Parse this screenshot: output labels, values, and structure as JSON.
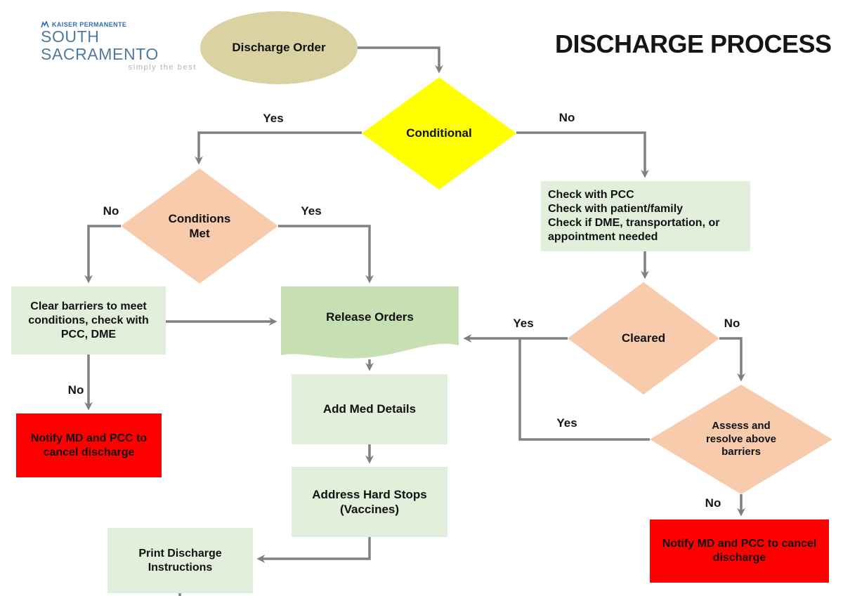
{
  "header": {
    "logo": {
      "brand": "KAISER PERMANENTE",
      "site": "SOUTH SACRAMENTO",
      "tagline": "simply the best",
      "logo_icon": "kaiser-permanente-mark"
    },
    "title": "DISCHARGE PROCESS"
  },
  "colors": {
    "start_ellipse_tan": "#DBD2A4",
    "decision_yellow": "#FFFF00",
    "decision_peach": "#F8CBAD",
    "process_light_green": "#E2EFDA",
    "release_medium_green": "#C6E0B4",
    "alert_red": "#FF0000",
    "connector_gray": "#808080"
  },
  "nodes": {
    "discharge_order": {
      "shape": "ellipse",
      "label": "Discharge Order"
    },
    "conditional": {
      "shape": "diamond",
      "label": "Conditional"
    },
    "conditions_met": {
      "shape": "diamond",
      "label": "Conditions\nMet"
    },
    "check_with_pcc": {
      "shape": "rect",
      "label": "Check with PCC\nCheck with patient/family\nCheck if DME, transportation, or appointment needed"
    },
    "clear_barriers": {
      "shape": "rect",
      "label": "Clear barriers to meet conditions, check with PCC, DME"
    },
    "release_orders": {
      "shape": "document",
      "label": "Release Orders"
    },
    "notify_cancel_left": {
      "shape": "rect",
      "label": "Notify MD and PCC to cancel discharge"
    },
    "add_med_details": {
      "shape": "rect",
      "label": "Add Med Details"
    },
    "address_hard_stops": {
      "shape": "rect",
      "label": "Address Hard Stops\n(Vaccines)"
    },
    "print_discharge": {
      "shape": "rect",
      "label": "Print Discharge\nInstructions"
    },
    "cleared": {
      "shape": "diamond",
      "label": "Cleared"
    },
    "assess_resolve": {
      "shape": "diamond",
      "label": "Assess and resolve above barriers"
    },
    "notify_cancel_right": {
      "shape": "rect",
      "label": "Notify MD and PCC to cancel discharge"
    }
  },
  "edge_labels": {
    "conditional_yes": "Yes",
    "conditional_no": "No",
    "conditions_met_no": "No",
    "conditions_met_yes": "Yes",
    "clear_barriers_no": "No",
    "cleared_yes": "Yes",
    "cleared_no": "No",
    "assess_yes": "Yes",
    "assess_no": "No"
  }
}
